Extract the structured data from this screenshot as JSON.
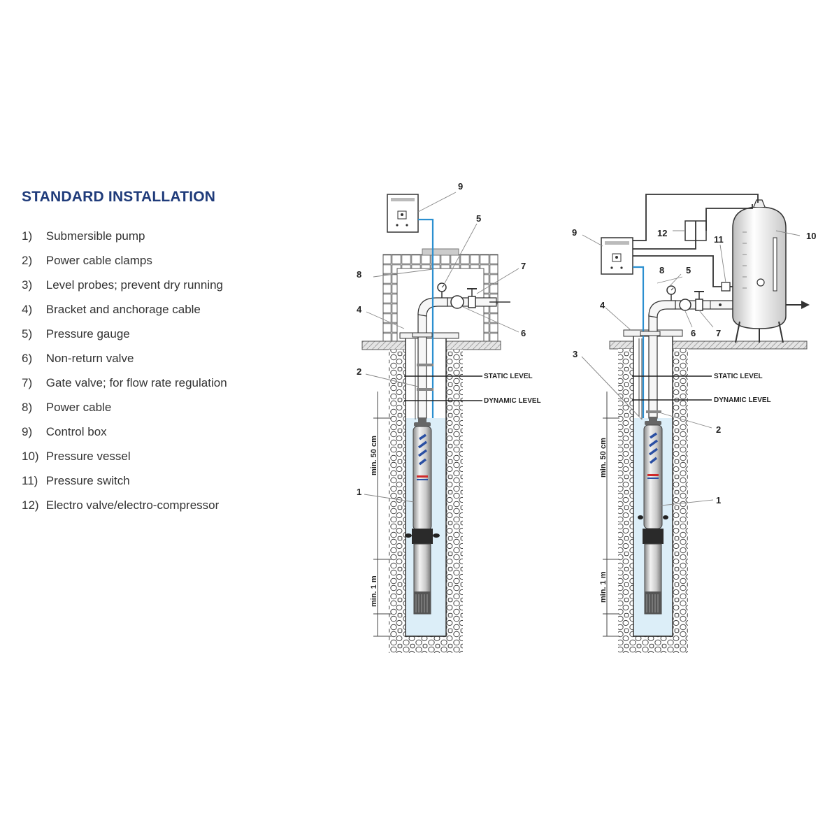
{
  "title": "STANDARD INSTALLATION",
  "legend": [
    {
      "num": "1)",
      "text": "Submersible pump"
    },
    {
      "num": "2)",
      "text": "Power cable clamps"
    },
    {
      "num": "3)",
      "text": "Level probes; prevent dry running"
    },
    {
      "num": "4)",
      "text": "Bracket and anchorage cable"
    },
    {
      "num": "5)",
      "text": "Pressure gauge"
    },
    {
      "num": "6)",
      "text": "Non-return valve"
    },
    {
      "num": "7)",
      "text": "Gate valve; for flow rate regulation"
    },
    {
      "num": "8)",
      "text": "Power cable"
    },
    {
      "num": "9)",
      "text": "Control box"
    },
    {
      "num": "10)",
      "text": "Pressure vessel"
    },
    {
      "num": "11)",
      "text": "Pressure switch"
    },
    {
      "num": "12)",
      "text": "Electro valve/electro-compressor"
    }
  ],
  "diagram": {
    "static_level": "STATIC LEVEL",
    "dynamic_level": "DYNAMIC LEVEL",
    "min_50cm": "min. 50 cm",
    "min_1m": "min. 1 m",
    "labels": {
      "n1": "1",
      "n2": "2",
      "n3": "3",
      "n4": "4",
      "n5": "5",
      "n6": "6",
      "n7": "7",
      "n8": "8",
      "n9": "9",
      "n10": "10",
      "n11": "11",
      "n12": "12"
    },
    "colors": {
      "title": "#1f3b7a",
      "water": "#dceef8",
      "cable": "#2b8fd0",
      "pump_brand": "#2a4fa3",
      "pump_accent": "#d02a2a"
    }
  }
}
